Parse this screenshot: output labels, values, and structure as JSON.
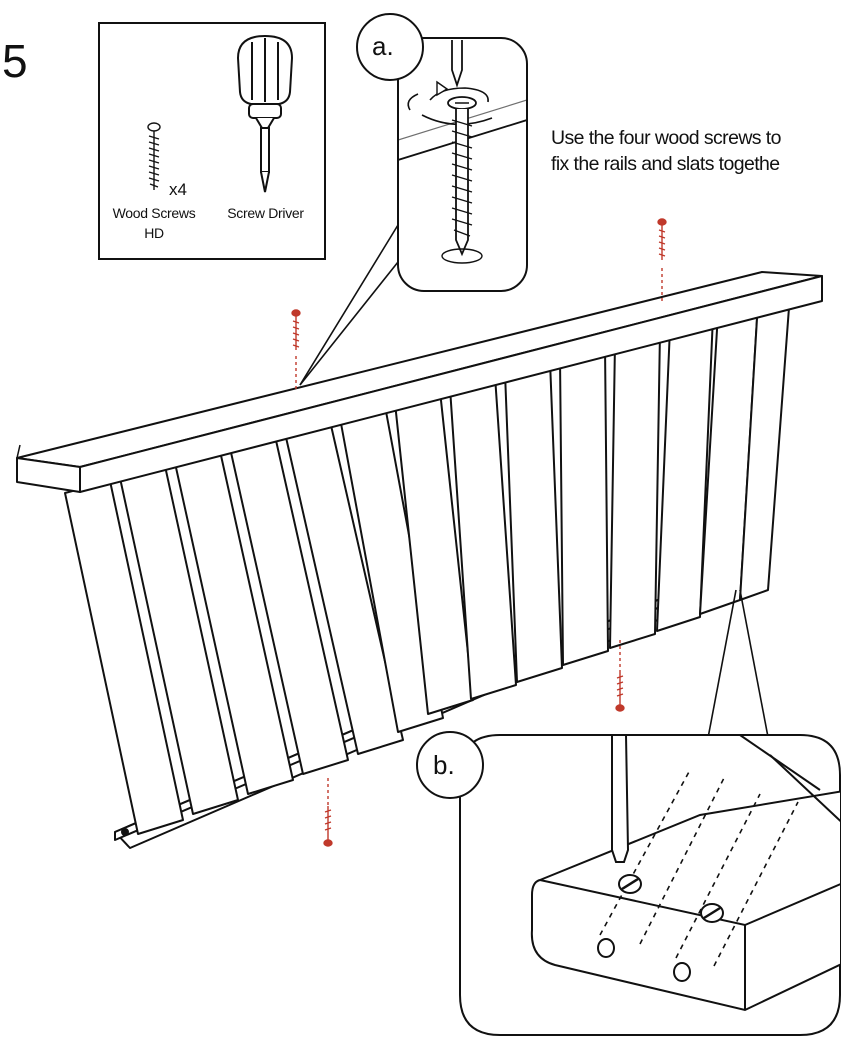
{
  "step": {
    "number": "5"
  },
  "instruction": {
    "line1": "Use the four wood screws to",
    "line2": "fix the rails and slats togethe"
  },
  "parts_box": {
    "screw_quantity": "x4",
    "screw_label_line1": "Wood Screws",
    "screw_label_line2": "HD",
    "tool_label": "Screw Driver"
  },
  "callouts": {
    "a": "a.",
    "b": "b."
  },
  "colors": {
    "line": "#111111",
    "screw_red": "#c0392b",
    "background": "#ffffff"
  },
  "icons": [
    "wood-screw-icon",
    "screwdriver-icon"
  ]
}
